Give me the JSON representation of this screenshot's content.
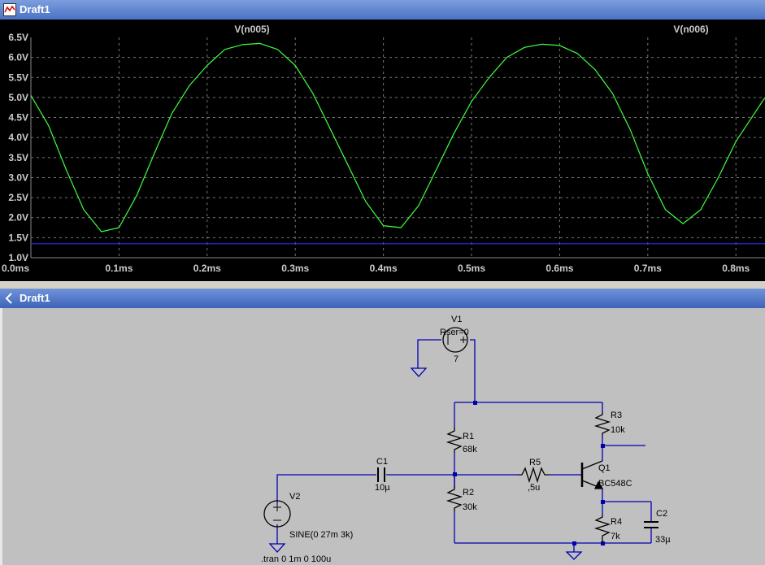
{
  "waveform_window": {
    "title": "Draft1",
    "traces": [
      {
        "name": "V(n005)",
        "color": "#40ff40"
      },
      {
        "name": "V(n006)",
        "color": "#2030ff"
      }
    ],
    "y_ticks": [
      "6.5V",
      "6.0V",
      "5.5V",
      "5.0V",
      "4.5V",
      "4.0V",
      "3.5V",
      "3.0V",
      "2.5V",
      "2.0V",
      "1.5V",
      "1.0V"
    ],
    "x_ticks": [
      "0.0ms",
      "0.1ms",
      "0.2ms",
      "0.3ms",
      "0.4ms",
      "0.5ms",
      "0.6ms",
      "0.7ms",
      "0.8ms"
    ]
  },
  "chart_data": {
    "type": "line",
    "xlabel": "",
    "ylabel": "",
    "xlim": [
      0,
      0.833
    ],
    "ylim": [
      1.0,
      6.5
    ],
    "grid": true,
    "series": [
      {
        "name": "V(n005)",
        "x": [
          0,
          0.02,
          0.04,
          0.06,
          0.08,
          0.1,
          0.12,
          0.14,
          0.16,
          0.18,
          0.2,
          0.22,
          0.24,
          0.26,
          0.28,
          0.3,
          0.32,
          0.34,
          0.36,
          0.38,
          0.4,
          0.42,
          0.44,
          0.46,
          0.48,
          0.5,
          0.52,
          0.54,
          0.56,
          0.58,
          0.6,
          0.62,
          0.64,
          0.66,
          0.68,
          0.7,
          0.72,
          0.74,
          0.76,
          0.78,
          0.8,
          0.833
        ],
        "y": [
          5.05,
          4.3,
          3.2,
          2.2,
          1.65,
          1.75,
          2.55,
          3.6,
          4.6,
          5.3,
          5.8,
          6.2,
          6.32,
          6.35,
          6.2,
          5.8,
          5.1,
          4.2,
          3.3,
          2.4,
          1.8,
          1.75,
          2.3,
          3.2,
          4.1,
          4.9,
          5.5,
          6.0,
          6.25,
          6.33,
          6.3,
          6.1,
          5.7,
          5.1,
          4.2,
          3.1,
          2.2,
          1.85,
          2.2,
          3.0,
          3.9,
          5.0
        ]
      },
      {
        "name": "V(n006)",
        "x": [
          0,
          0.833
        ],
        "y": [
          1.35,
          1.35
        ]
      }
    ]
  },
  "schematic_window": {
    "title": "Draft1",
    "components": {
      "v1_name": "V1",
      "v1_param": "Rser=0",
      "v1_value": "7",
      "r1_name": "R1",
      "r1_value": "68k",
      "r2_name": "R2",
      "r2_value": "30k",
      "r3_name": "R3",
      "r3_value": "10k",
      "r4_name": "R4",
      "r4_value": "7k",
      "r5_name": "R5",
      "r5_value": ",5u",
      "c1_name": "C1",
      "c1_value": "10µ",
      "c2_name": "C2",
      "c2_value": "33µ",
      "q1_name": "Q1",
      "q1_model": "BC548C",
      "v2_name": "V2",
      "v2_value": "SINE(0 27m 3k)",
      "directive": ".tran 0 1m 0 100u"
    }
  }
}
